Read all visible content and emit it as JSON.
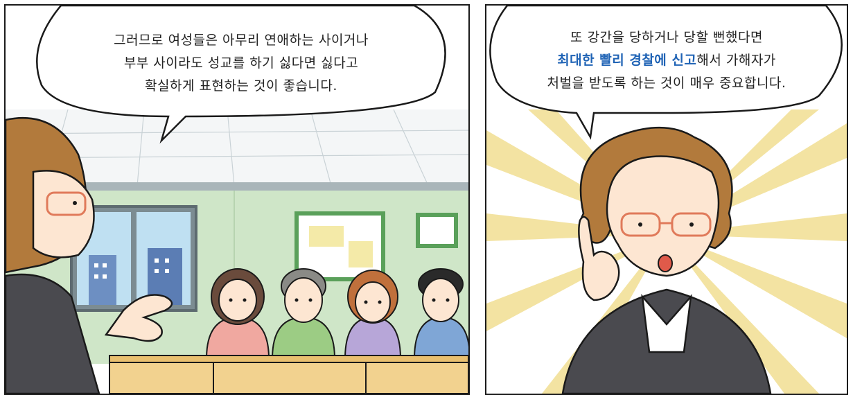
{
  "panels": [
    {
      "id": "left",
      "bubble_lines": [
        "그러므로 여성들은 아무리 연애하는 사이거나",
        "부부 사이라도 성교를 하기 싫다면 싫다고",
        "확실하게 표현하는 것이 좋습니다."
      ]
    },
    {
      "id": "right",
      "bubble_line1": "또 강간을 당하거나 당할 뻔했다면",
      "bubble_line2_highlight": "최대한 빨리 경찰에 신고",
      "bubble_line2_rest": "해서 가해자가",
      "bubble_line3": "처벌을 받도록 하는 것이 매우 중요합니다."
    }
  ],
  "colors": {
    "highlight": "#1f63b5",
    "outline": "#1a1a1a",
    "wall": "#cfe6c8",
    "hair": "#b27a3c",
    "suit": "#4a4a4f",
    "desk": "#f2d28f",
    "burst": "#f3e3a2"
  },
  "icons": {
    "bubble": "speech-bubble",
    "burst": "emphasis-burst"
  }
}
